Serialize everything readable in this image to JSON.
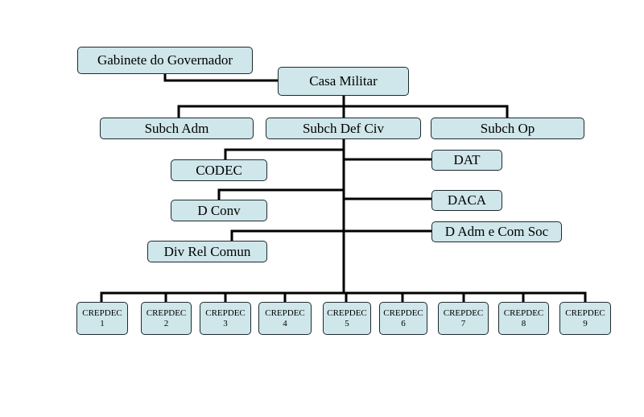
{
  "nodes": {
    "gabinete": "Gabinete do Governador",
    "casa_militar": "Casa Militar",
    "subch_adm": "Subch Adm",
    "subch_def_civ": "Subch Def Civ",
    "subch_op": "Subch Op",
    "codec": "CODEC",
    "dat": "DAT",
    "d_conv": "D Conv",
    "daca": "DACA",
    "d_adm_com_soc": "D Adm e Com Soc",
    "div_rel_comun": "Div Rel Comun"
  },
  "crepdec_label": "CREPDEC",
  "crepdec_numbers": [
    "1",
    "2",
    "3",
    "4",
    "5",
    "6",
    "7",
    "8",
    "9"
  ],
  "colors": {
    "box_fill": "#cfe6ea",
    "box_border": "#1e2a2e",
    "line": "#000000"
  }
}
